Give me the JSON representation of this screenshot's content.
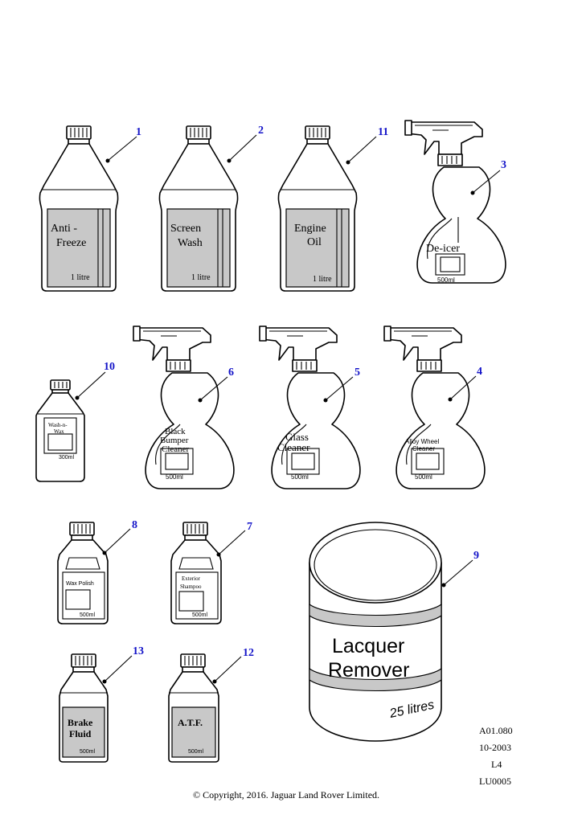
{
  "callouts": {
    "p1": "1",
    "p2": "2",
    "p3": "3",
    "p4": "4",
    "p5": "5",
    "p6": "6",
    "p7": "7",
    "p8": "8",
    "p9": "9",
    "p10": "10",
    "p11": "11",
    "p12": "12",
    "p13": "13"
  },
  "products": {
    "antifreeze": {
      "line1": "Anti -",
      "line2": "Freeze",
      "size": "1 litre"
    },
    "screenwash": {
      "line1": "Screen",
      "line2": "Wash",
      "size": "1 litre"
    },
    "engineoil": {
      "line1": "Engine",
      "line2": "Oil",
      "size": "1 litre"
    },
    "deicer": {
      "line1": "De-icer",
      "size": "500ml"
    },
    "washwax": {
      "line1": "Wash-n-",
      "line2": "Wax",
      "size": "300ml"
    },
    "bumper": {
      "line1": "Black",
      "line2": "Bumper",
      "line3": "Cleaner",
      "size": "500ml"
    },
    "glass": {
      "line1": "Glass",
      "line2": "Cleaner",
      "size": "500ml"
    },
    "alloy": {
      "line1": "Alloy Wheel",
      "line2": "Cleaner",
      "size": "500ml"
    },
    "waxpolish": {
      "line1": "Wax Polish",
      "size": "500ml"
    },
    "shampoo": {
      "line1": "Exterior",
      "line2": "Shampoo",
      "size": "500ml"
    },
    "lacquer": {
      "line1": "Lacquer",
      "line2": "Remover",
      "size": "25 litres"
    },
    "brake": {
      "line1": "Brake",
      "line2": "Fluid",
      "size": "500ml"
    },
    "atf": {
      "line1": "A.T.F.",
      "size": "500ml"
    }
  },
  "reference": {
    "code": "A01.080",
    "date": "10-2003",
    "level": "L4",
    "id": "LU0005"
  },
  "copyright": "© Copyright, 2016. Jaguar Land Rover Limited."
}
